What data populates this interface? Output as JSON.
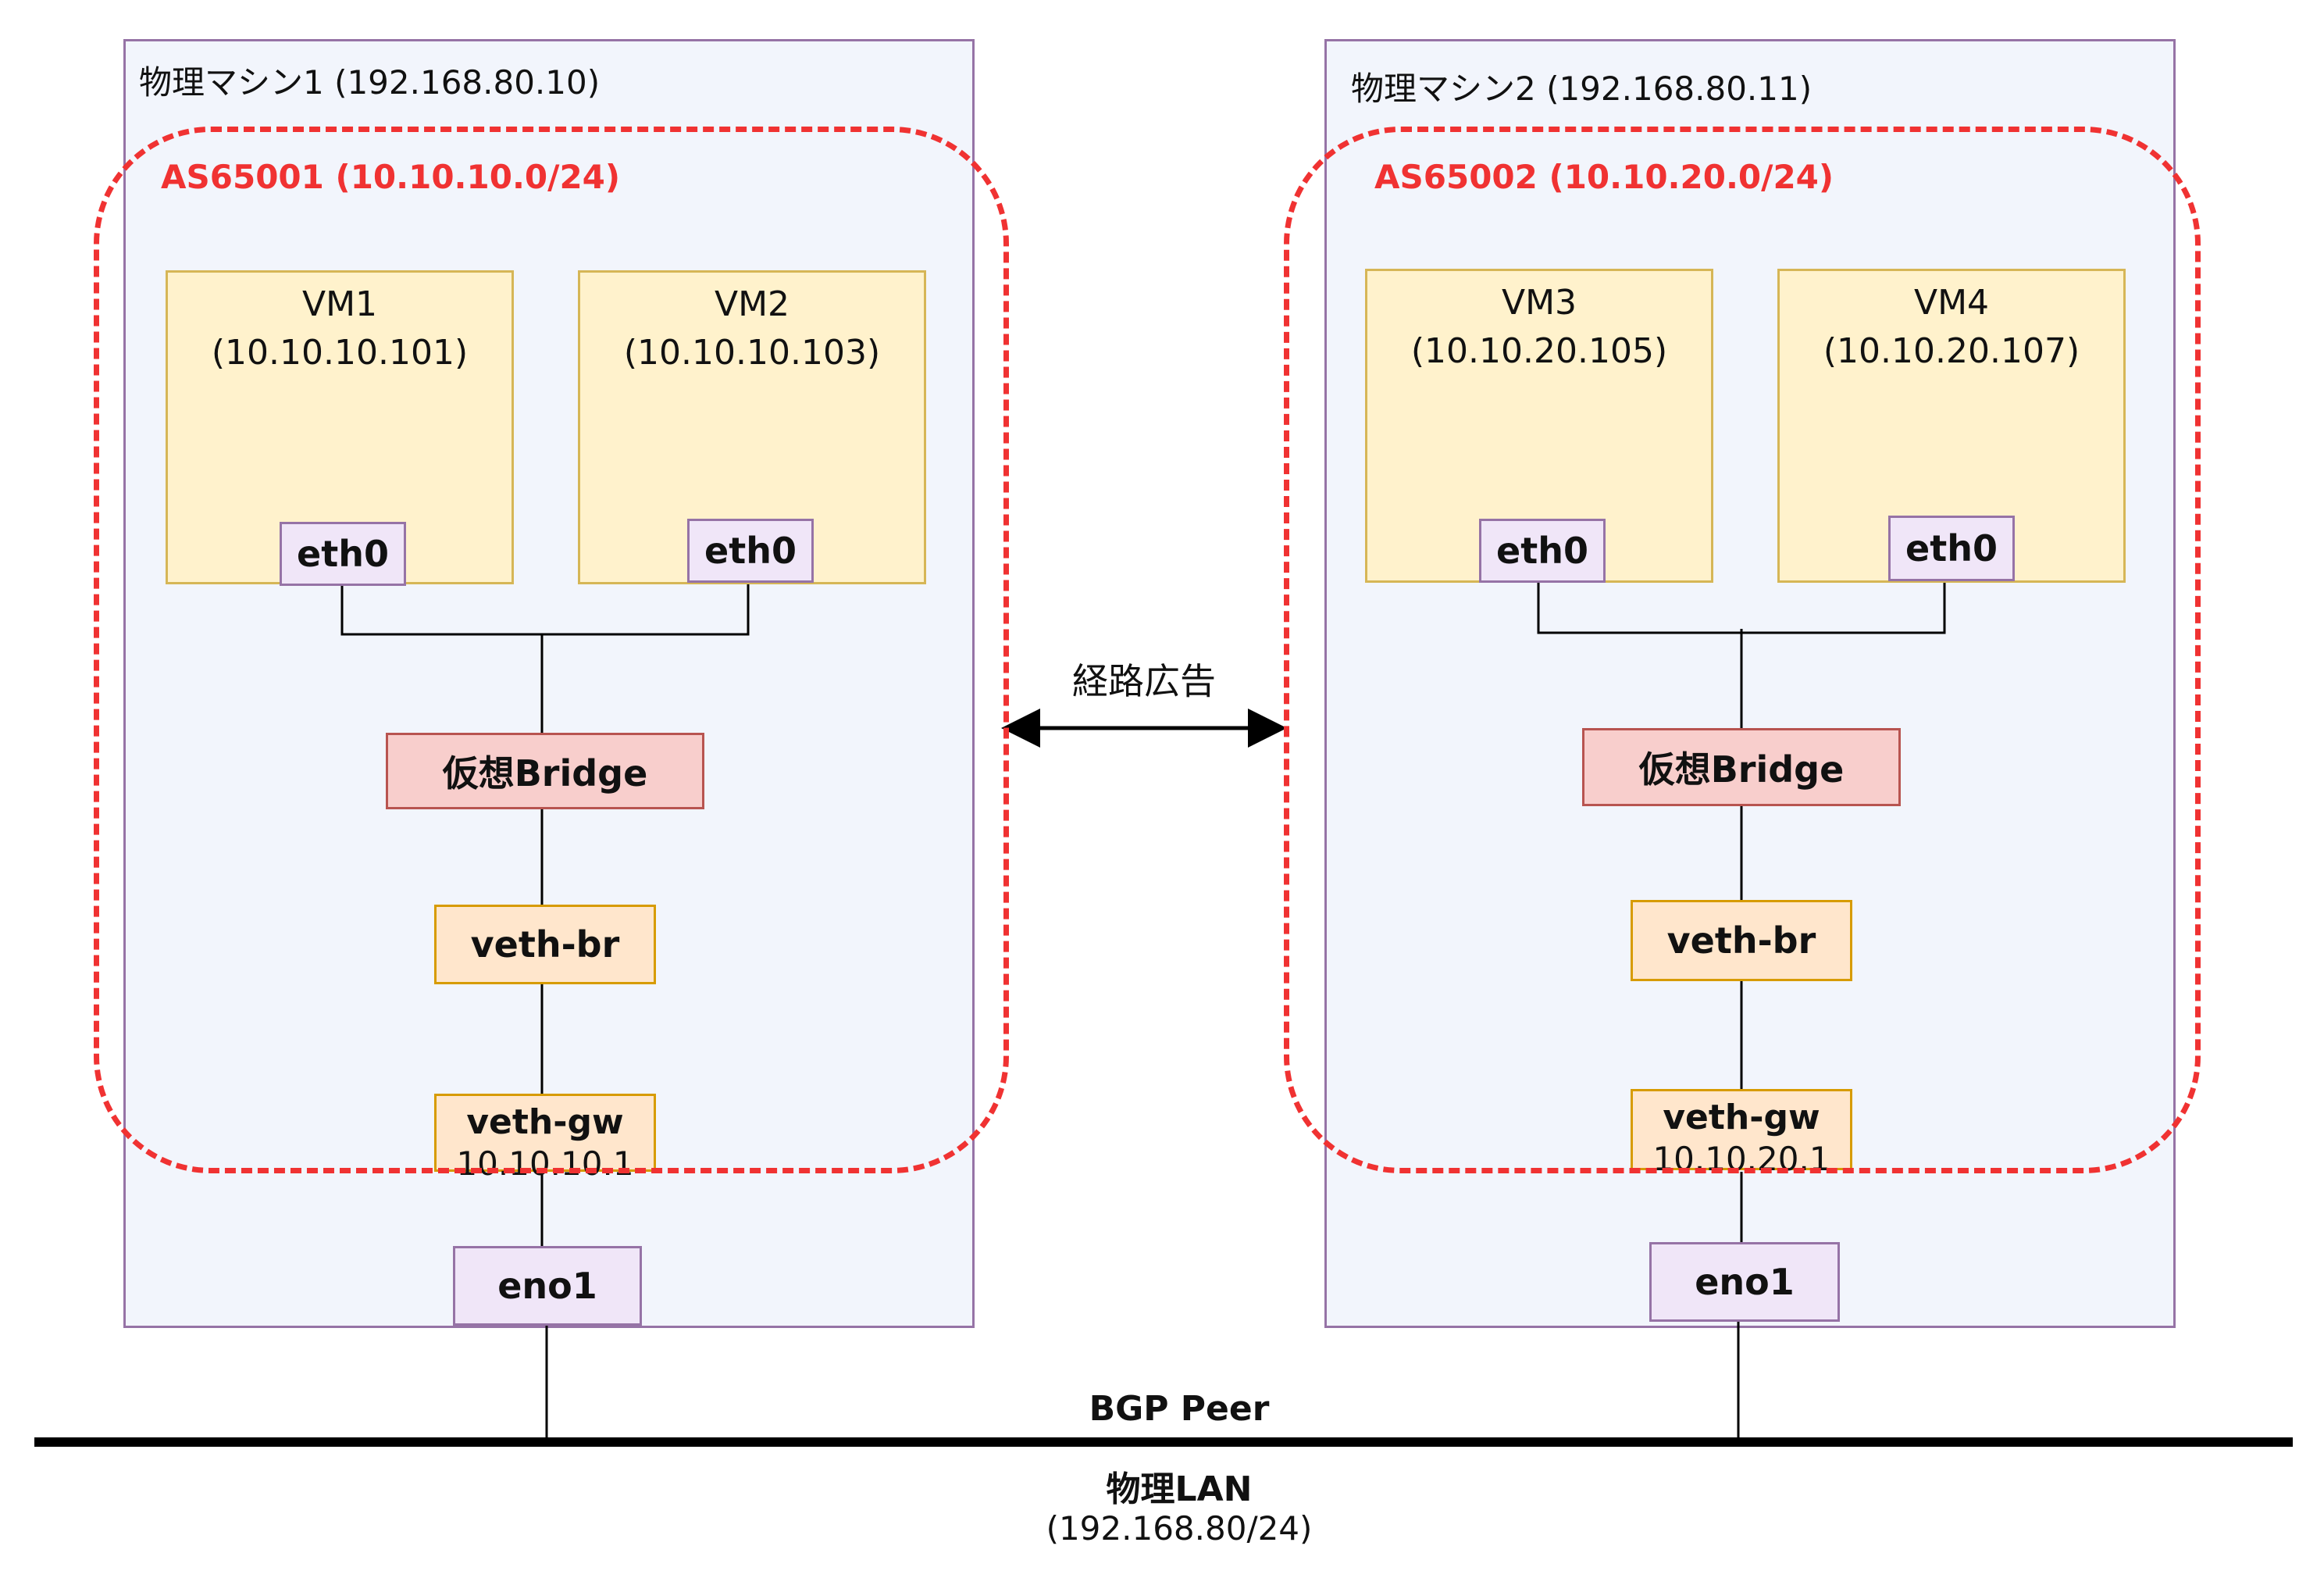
{
  "machines": [
    {
      "label": "物理マシン1 (192.168.80.10)",
      "as_label": "AS65001 (10.10.10.0/24)",
      "vms": [
        {
          "name": "VM1",
          "ip": "(10.10.10.101)",
          "iface": "eth0"
        },
        {
          "name": "VM2",
          "ip": "(10.10.10.103)",
          "iface": "eth0"
        }
      ],
      "bridge": "仮想Bridge",
      "veth_br": "veth-br",
      "veth_gw": {
        "name": "veth-gw",
        "ip": "10.10.10.1"
      },
      "nic": "eno1"
    },
    {
      "label": "物理マシン2  (192.168.80.11)",
      "as_label": "AS65002 (10.10.20.0/24)",
      "vms": [
        {
          "name": "VM3",
          "ip": "(10.10.20.105)",
          "iface": "eth0"
        },
        {
          "name": "VM4",
          "ip": "(10.10.20.107)",
          "iface": "eth0"
        }
      ],
      "bridge": "仮想Bridge",
      "veth_br": "veth-br",
      "veth_gw": {
        "name": "veth-gw",
        "ip": "10.10.20.1"
      },
      "nic": "eno1"
    }
  ],
  "route_advertisement": "経路広告",
  "bgp_peer": "BGP Peer",
  "lan": {
    "name": "物理LAN",
    "subnet": "(192.168.80/24)"
  },
  "colors": {
    "machine_border": "#9673a6",
    "machine_fill": "#f2f5fc",
    "as_dashed": "#f03232",
    "vm_fill": "#fff2cc",
    "vm_border": "#d6b656",
    "iface_fill": "#f0e6f8",
    "bridge_fill": "#f8cecc",
    "bridge_border": "#b85450",
    "veth_fill": "#ffe6cc",
    "veth_border": "#d79b00"
  }
}
